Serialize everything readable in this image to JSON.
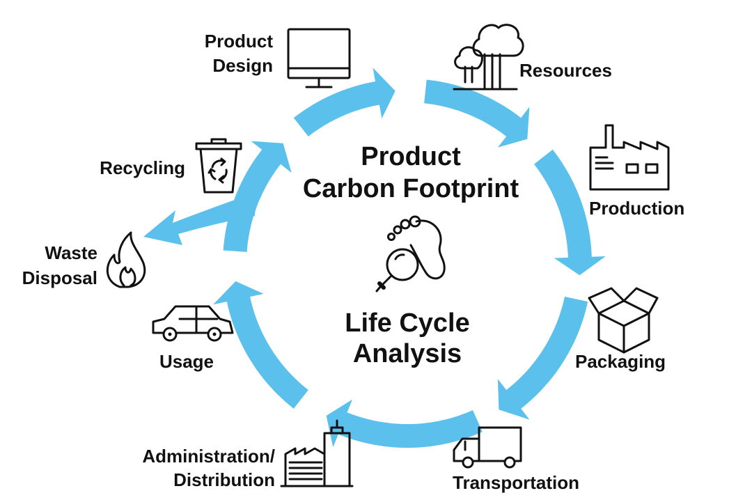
{
  "colors": {
    "arrow": "#5BC0EB",
    "ink": "#111111",
    "background": "#ffffff"
  },
  "center": {
    "title_line1": "Product",
    "title_line2": "Carbon Footprint",
    "subtitle_line1": "Life Cycle",
    "subtitle_line2": "Analysis",
    "icon": "footprint-magnifier-icon"
  },
  "stages": {
    "product_design": {
      "line1": "Product",
      "line2": "Design",
      "icon": "monitor-icon"
    },
    "resources": {
      "line1": "Resources",
      "icon": "trees-icon"
    },
    "production": {
      "line1": "Production",
      "icon": "factory-icon"
    },
    "packaging": {
      "line1": "Packaging",
      "icon": "box-icon"
    },
    "transportation": {
      "line1": "Transportation",
      "icon": "truck-icon"
    },
    "administration": {
      "line1": "Administration/",
      "line2": "Distribution",
      "icon": "buildings-icon"
    },
    "usage": {
      "line1": "Usage",
      "icon": "car-icon"
    },
    "waste_disposal": {
      "line1": "Waste",
      "line2": "Disposal",
      "icon": "flame-icon"
    },
    "recycling": {
      "line1": "Recycling",
      "icon": "recycle-bin-icon"
    }
  }
}
